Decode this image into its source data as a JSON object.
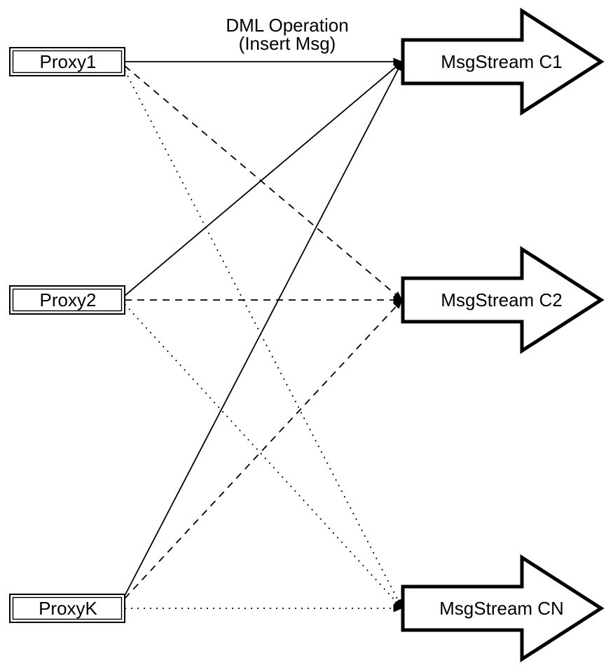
{
  "annotation": {
    "line1": "DML Operation",
    "line2": "(Insert Msg)"
  },
  "proxies": [
    {
      "id": "proxy1",
      "label": "Proxy1"
    },
    {
      "id": "proxy2",
      "label": "Proxy2"
    },
    {
      "id": "proxyk",
      "label": "ProxyK"
    }
  ],
  "streams": [
    {
      "id": "c1",
      "label": "MsgStream C1",
      "incoming_line_style": "solid"
    },
    {
      "id": "c2",
      "label": "MsgStream C2",
      "incoming_line_style": "dashed"
    },
    {
      "id": "cn",
      "label": "MsgStream CN",
      "incoming_line_style": "dotted"
    }
  ],
  "edges": [
    {
      "from": "Proxy1",
      "to": "MsgStream C1",
      "style": "solid"
    },
    {
      "from": "Proxy2",
      "to": "MsgStream C1",
      "style": "solid"
    },
    {
      "from": "ProxyK",
      "to": "MsgStream C1",
      "style": "solid"
    },
    {
      "from": "Proxy1",
      "to": "MsgStream C2",
      "style": "dashed"
    },
    {
      "from": "Proxy2",
      "to": "MsgStream C2",
      "style": "dashed"
    },
    {
      "from": "ProxyK",
      "to": "MsgStream C2",
      "style": "dashed"
    },
    {
      "from": "Proxy1",
      "to": "MsgStream CN",
      "style": "dotted"
    },
    {
      "from": "Proxy2",
      "to": "MsgStream CN",
      "style": "dotted"
    },
    {
      "from": "ProxyK",
      "to": "MsgStream CN",
      "style": "dotted"
    }
  ],
  "colors": {
    "stroke": "#000000",
    "fill": "#ffffff"
  }
}
